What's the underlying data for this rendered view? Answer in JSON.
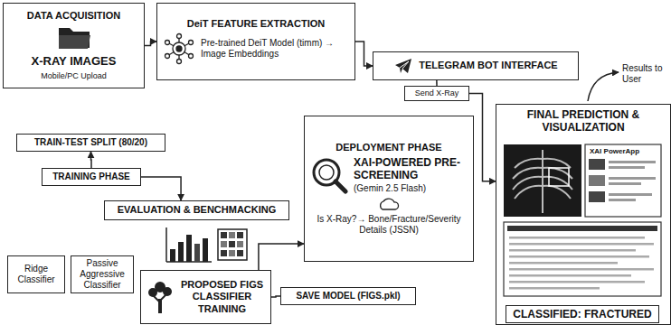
{
  "diagram": {
    "nodes": [
      {
        "text": [
          "DATA ACQUISITION",
          "X-RAY IMAGES",
          "Mobile/PC Upload"
        ]
      },
      {
        "text": [
          "DeiT FEATURE EXTRACTION",
          "Pre-trained DeiT Model (timm) → Image Embeddings"
        ]
      },
      {
        "text": [
          "TELEGRAM BOT INTERFACE"
        ]
      },
      {
        "text": [
          "Send X-Ray"
        ]
      },
      {
        "text": [
          "TRAIN-TEST SPLIT (80/20)"
        ]
      },
      {
        "text": [
          "TRAINING PHASE"
        ]
      },
      {
        "text": [
          "DEPLOYMENT PHASE",
          "XAI-POWERED PRE-SCREENING",
          "(Gemin 2.5 Flash)",
          "Is X-Ray?→ Bone/Fracture/Severity Details (JSSN)"
        ]
      },
      {
        "text": [
          "EVALUATION & BENCHMACKING"
        ]
      },
      {
        "text": [
          "FINAL PREDICTION & VISUALIZATION"
        ]
      },
      {
        "text": [
          "Ridge Classifier"
        ]
      },
      {
        "text": [
          "Passive Aggressive Classifier"
        ]
      },
      {
        "text": [
          "PROPOSED FIGS CLASSIFIER TRAINING"
        ]
      },
      {
        "text": [
          "SAVE MODEL (FIGS.pkl)"
        ]
      },
      {
        "text": [
          "CLASSIFIED: FRACTURED"
        ],
        "in": 8
      }
    ],
    "edges": [
      {
        "from": 0,
        "to": 1,
        "arrow": "to"
      },
      {
        "from": 1,
        "to": 2,
        "arrow": "to"
      },
      {
        "from": 2,
        "to": 3,
        "arrow": "none"
      },
      {
        "from": 3,
        "to": 8,
        "arrow": "to"
      },
      {
        "from": 5,
        "to": 4,
        "arrow": "to"
      },
      {
        "from": 5,
        "to": 7,
        "arrow": "to"
      },
      {
        "from": 11,
        "to": 6,
        "arrow": "to"
      },
      {
        "from": 11,
        "to": 12,
        "arrow": "none"
      }
    ],
    "labels": [
      "Results to User",
      "XAI PowerApp"
    ]
  }
}
